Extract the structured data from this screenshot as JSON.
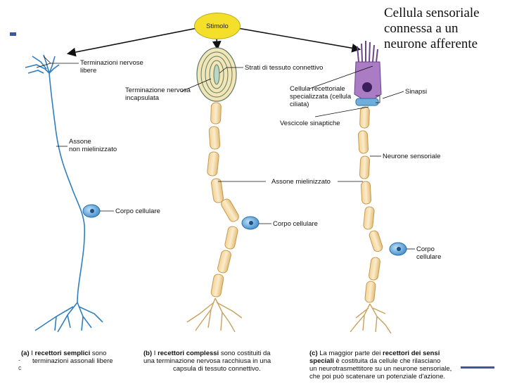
{
  "title_lines": [
    "Cellula sensoriale",
    "connessa a un",
    "neurone afferente"
  ],
  "stimulus": "Stimolo",
  "labels": {
    "free_endings": [
      "Terminazioni nervose",
      "libere"
    ],
    "connective_layers": "Strati di tessuto connettivo",
    "encapsulated": [
      "Terminazione nervosa",
      "incapsulata"
    ],
    "receptor_cell": [
      "Cellula recettoriale",
      "specializzata (cellula",
      "ciliata)"
    ],
    "synapse": "Sinapsi",
    "vesicles": "Vescicole sinaptiche",
    "unmyelinated_axon": [
      "Assone",
      "non mielinizzato"
    ],
    "sensory_neuron": "Neurone sensoriale",
    "myelinated_axon": "Assone mielinizzato",
    "cell_body_a": "Corpo cellulare",
    "cell_body_b": "Corpo cellulare",
    "cell_body_c": [
      "Corpo",
      "cellulare"
    ]
  },
  "captions": {
    "a": {
      "letter": "(a)",
      "pre": " I ",
      "bold": "recettori semplici",
      "post": " sono",
      "line2": "terminazioni  assonali libere"
    },
    "b": {
      "letter": "(b)",
      "pre": " I ",
      "bold": "recettori complessi",
      "post": " sono costituiti da",
      "line2": "una terminazione nervosa racchiusa in una",
      "line3": "capsula  di tessuto connettivo."
    },
    "c": {
      "letter": "(c)",
      "pre": " La maggior parte dei ",
      "bold": "recettori dei sensi",
      "line2_bold": "speciali",
      "line2": " è costituita da cellule che rilasciano",
      "line3": "un neurotrasmettitore su un neurone sensoriale,",
      "line4": "che poi può scatenare un potenziale d'azione."
    }
  },
  "left_fragments": [
    "c",
    "-"
  ],
  "colors": {
    "nerve_blue": "#2f7fc0",
    "myelin_fill": "#f3d9a3",
    "myelin_stroke": "#c79a4e",
    "stimulus_fill": "#f4df2a",
    "receptor_cell": "#a97cc4",
    "accent_blue": "#3c56a0"
  }
}
